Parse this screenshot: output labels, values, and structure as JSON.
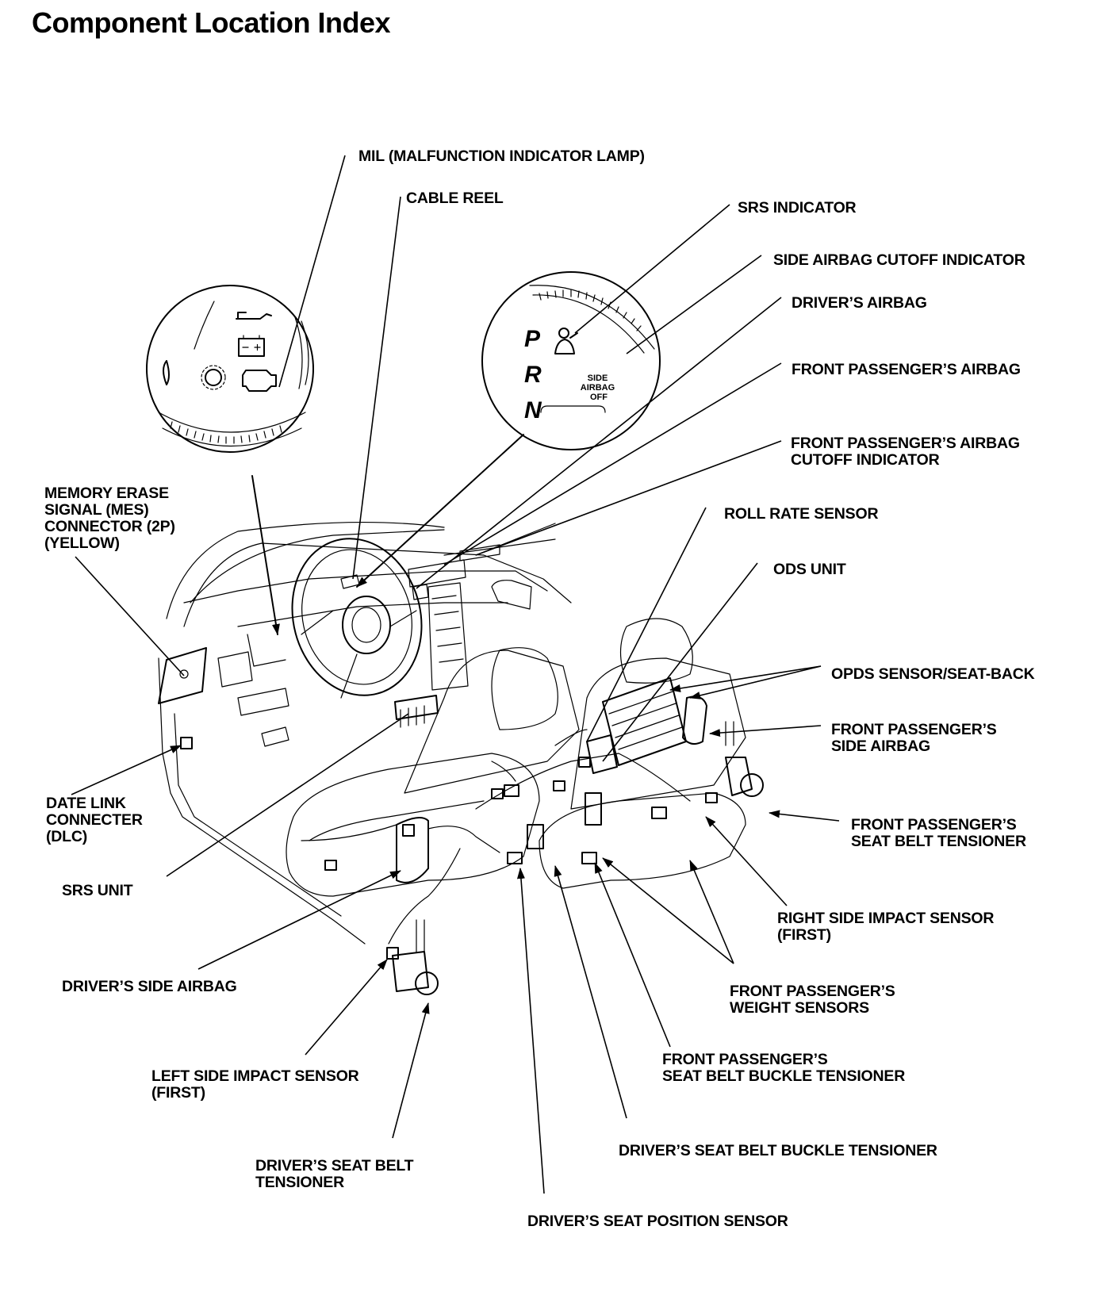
{
  "title": "Component Location Index",
  "labels": {
    "mil": "MIL (MALFUNCTION INDICATOR LAMP)",
    "cable_reel": "CABLE REEL",
    "srs_indicator": "SRS INDICATOR",
    "side_airbag_cutoff": "SIDE AIRBAG CUTOFF INDICATOR",
    "drivers_airbag": "DRIVER’S AIRBAG",
    "front_pass_airbag": "FRONT PASSENGER’S AIRBAG",
    "front_pass_airbag_cutoff": "FRONT PASSENGER’S AIRBAG\nCUTOFF INDICATOR",
    "mes_connector": "MEMORY ERASE\nSIGNAL (MES)\nCONNECTOR (2P)\n(YELLOW)",
    "roll_rate": "ROLL RATE SENSOR",
    "ods_unit": "ODS UNIT",
    "opds_sensor": "OPDS SENSOR/SEAT-BACK",
    "front_pass_side_airbag": "FRONT PASSENGER’S\nSIDE AIRBAG",
    "dlc": "DATE LINK\nCONNECTER\n(DLC)",
    "front_pass_seat_belt_tensioner": "FRONT PASSENGER’S\nSEAT BELT TENSIONER",
    "srs_unit": "SRS UNIT",
    "right_side_impact": "RIGHT SIDE IMPACT SENSOR\n(FIRST)",
    "drivers_side_airbag": "DRIVER’S SIDE AIRBAG",
    "front_pass_weight": "FRONT PASSENGER’S\nWEIGHT SENSORS",
    "front_pass_buckle": "FRONT PASSENGER’S\nSEAT BELT BUCKLE TENSIONER",
    "left_side_impact": "LEFT SIDE IMPACT SENSOR\n(FIRST)",
    "drivers_buckle": "DRIVER’S SEAT BELT BUCKLE TENSIONER",
    "drivers_seat_belt_tensioner": "DRIVER’S SEAT BELT\nTENSIONER",
    "drivers_seat_position": "DRIVER’S SEAT POSITION SENSOR"
  },
  "gauge": {
    "gear_p": "P",
    "gear_r": "R",
    "gear_n": "N",
    "side_airbag_off": "SIDE\nAIRBAG\nOFF"
  }
}
